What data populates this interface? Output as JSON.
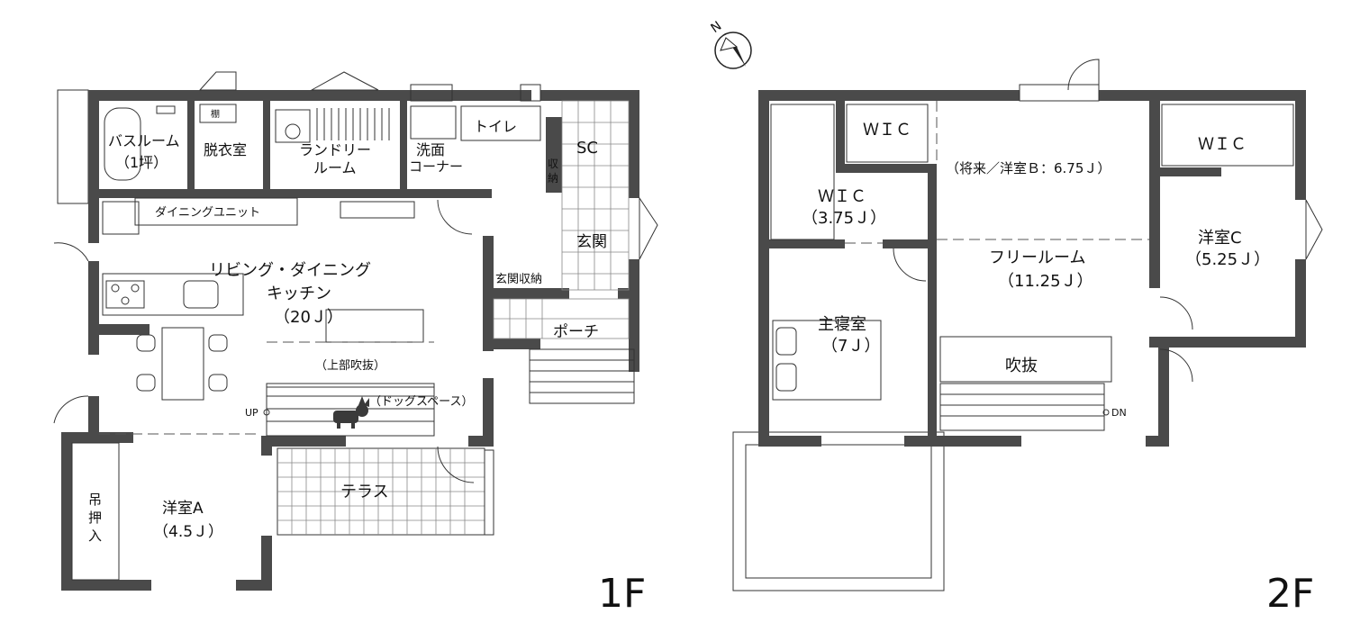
{
  "floor1": {
    "title": "1F",
    "rooms": {
      "bath": "バスルーム",
      "bath_size": "（1坪）",
      "shelf": "棚",
      "dressing": "脱衣室",
      "laundry_1": "ランドリー",
      "laundry_2": "ルーム",
      "washroom_1": "洗面",
      "washroom_2": "コーナー",
      "toilet": "トイレ",
      "storage_1": "収",
      "storage_2": "納",
      "sc": "SC",
      "dining_unit": "ダイニングユニット",
      "ldk_1": "リビング・ダイニング",
      "ldk_2": "キッチン",
      "ldk_3": "（20Ｊ）",
      "entrance": "玄関",
      "entrance_storage": "玄関収納",
      "porch": "ポーチ",
      "void_above": "（上部吹抜）",
      "dog_space": "（ドッグスペース）",
      "up": "UP",
      "terrace": "テラス",
      "western_a": "洋室A",
      "western_a_size": "（4.5Ｊ）",
      "closet_1": "吊",
      "closet_2": "押",
      "closet_3": "入"
    }
  },
  "floor2": {
    "title": "2F",
    "rooms": {
      "wic_top": "ＷＩＣ",
      "wic_left_1": "ＷＩＣ",
      "wic_left_2": "（3.75Ｊ）",
      "future": "（将来／洋室Ｂ：6.75Ｊ）",
      "free_1": "フリールーム",
      "free_2": "（11.25Ｊ）",
      "wic_right": "ＷＩＣ",
      "western_c_1": "洋室C",
      "western_c_2": "（5.25Ｊ）",
      "master_1": "主寝室",
      "master_2": "（7Ｊ）",
      "void": "吹抜",
      "dn": "DN"
    }
  },
  "compass": {
    "label": "N"
  }
}
